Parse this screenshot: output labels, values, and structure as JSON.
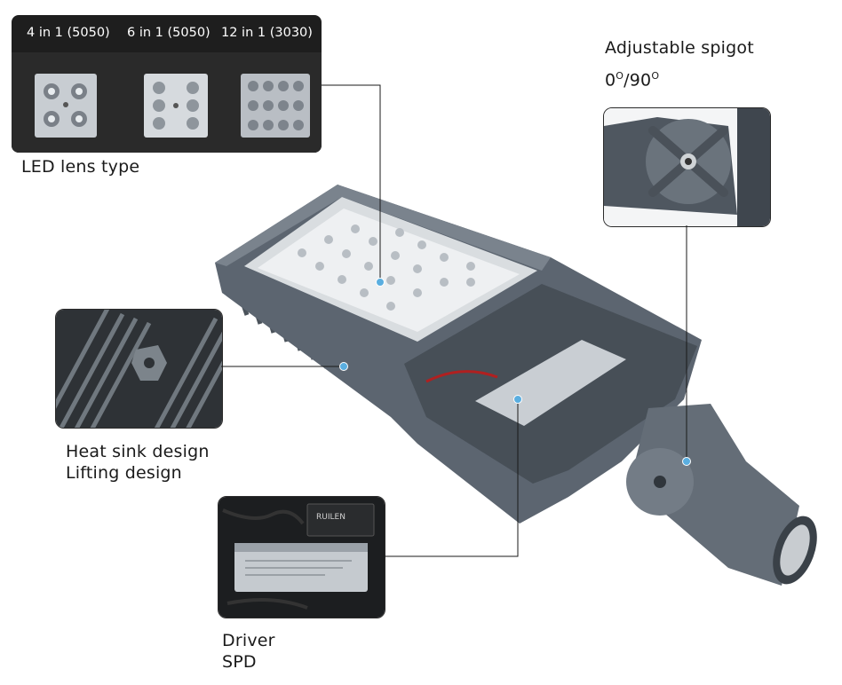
{
  "lens": {
    "types": [
      "4 in 1 (5050)",
      "6 in 1 (5050)",
      "12 in 1 (3030)"
    ],
    "caption": "LED lens type"
  },
  "spigot": {
    "line1": "Adjustable spigot",
    "line2_base": "0",
    "line2_mid": "/90",
    "degree_mark": "O"
  },
  "heatsink": {
    "line1": "Heat sink design",
    "line2": "Lifting design"
  },
  "driver": {
    "line1": "Driver",
    "line2": "SPD",
    "brand_text": "RUILEN"
  },
  "colors": {
    "callout_dot": "#5aaee0",
    "housing": "#5c6570",
    "panel_bg": "#1e1e1e"
  }
}
